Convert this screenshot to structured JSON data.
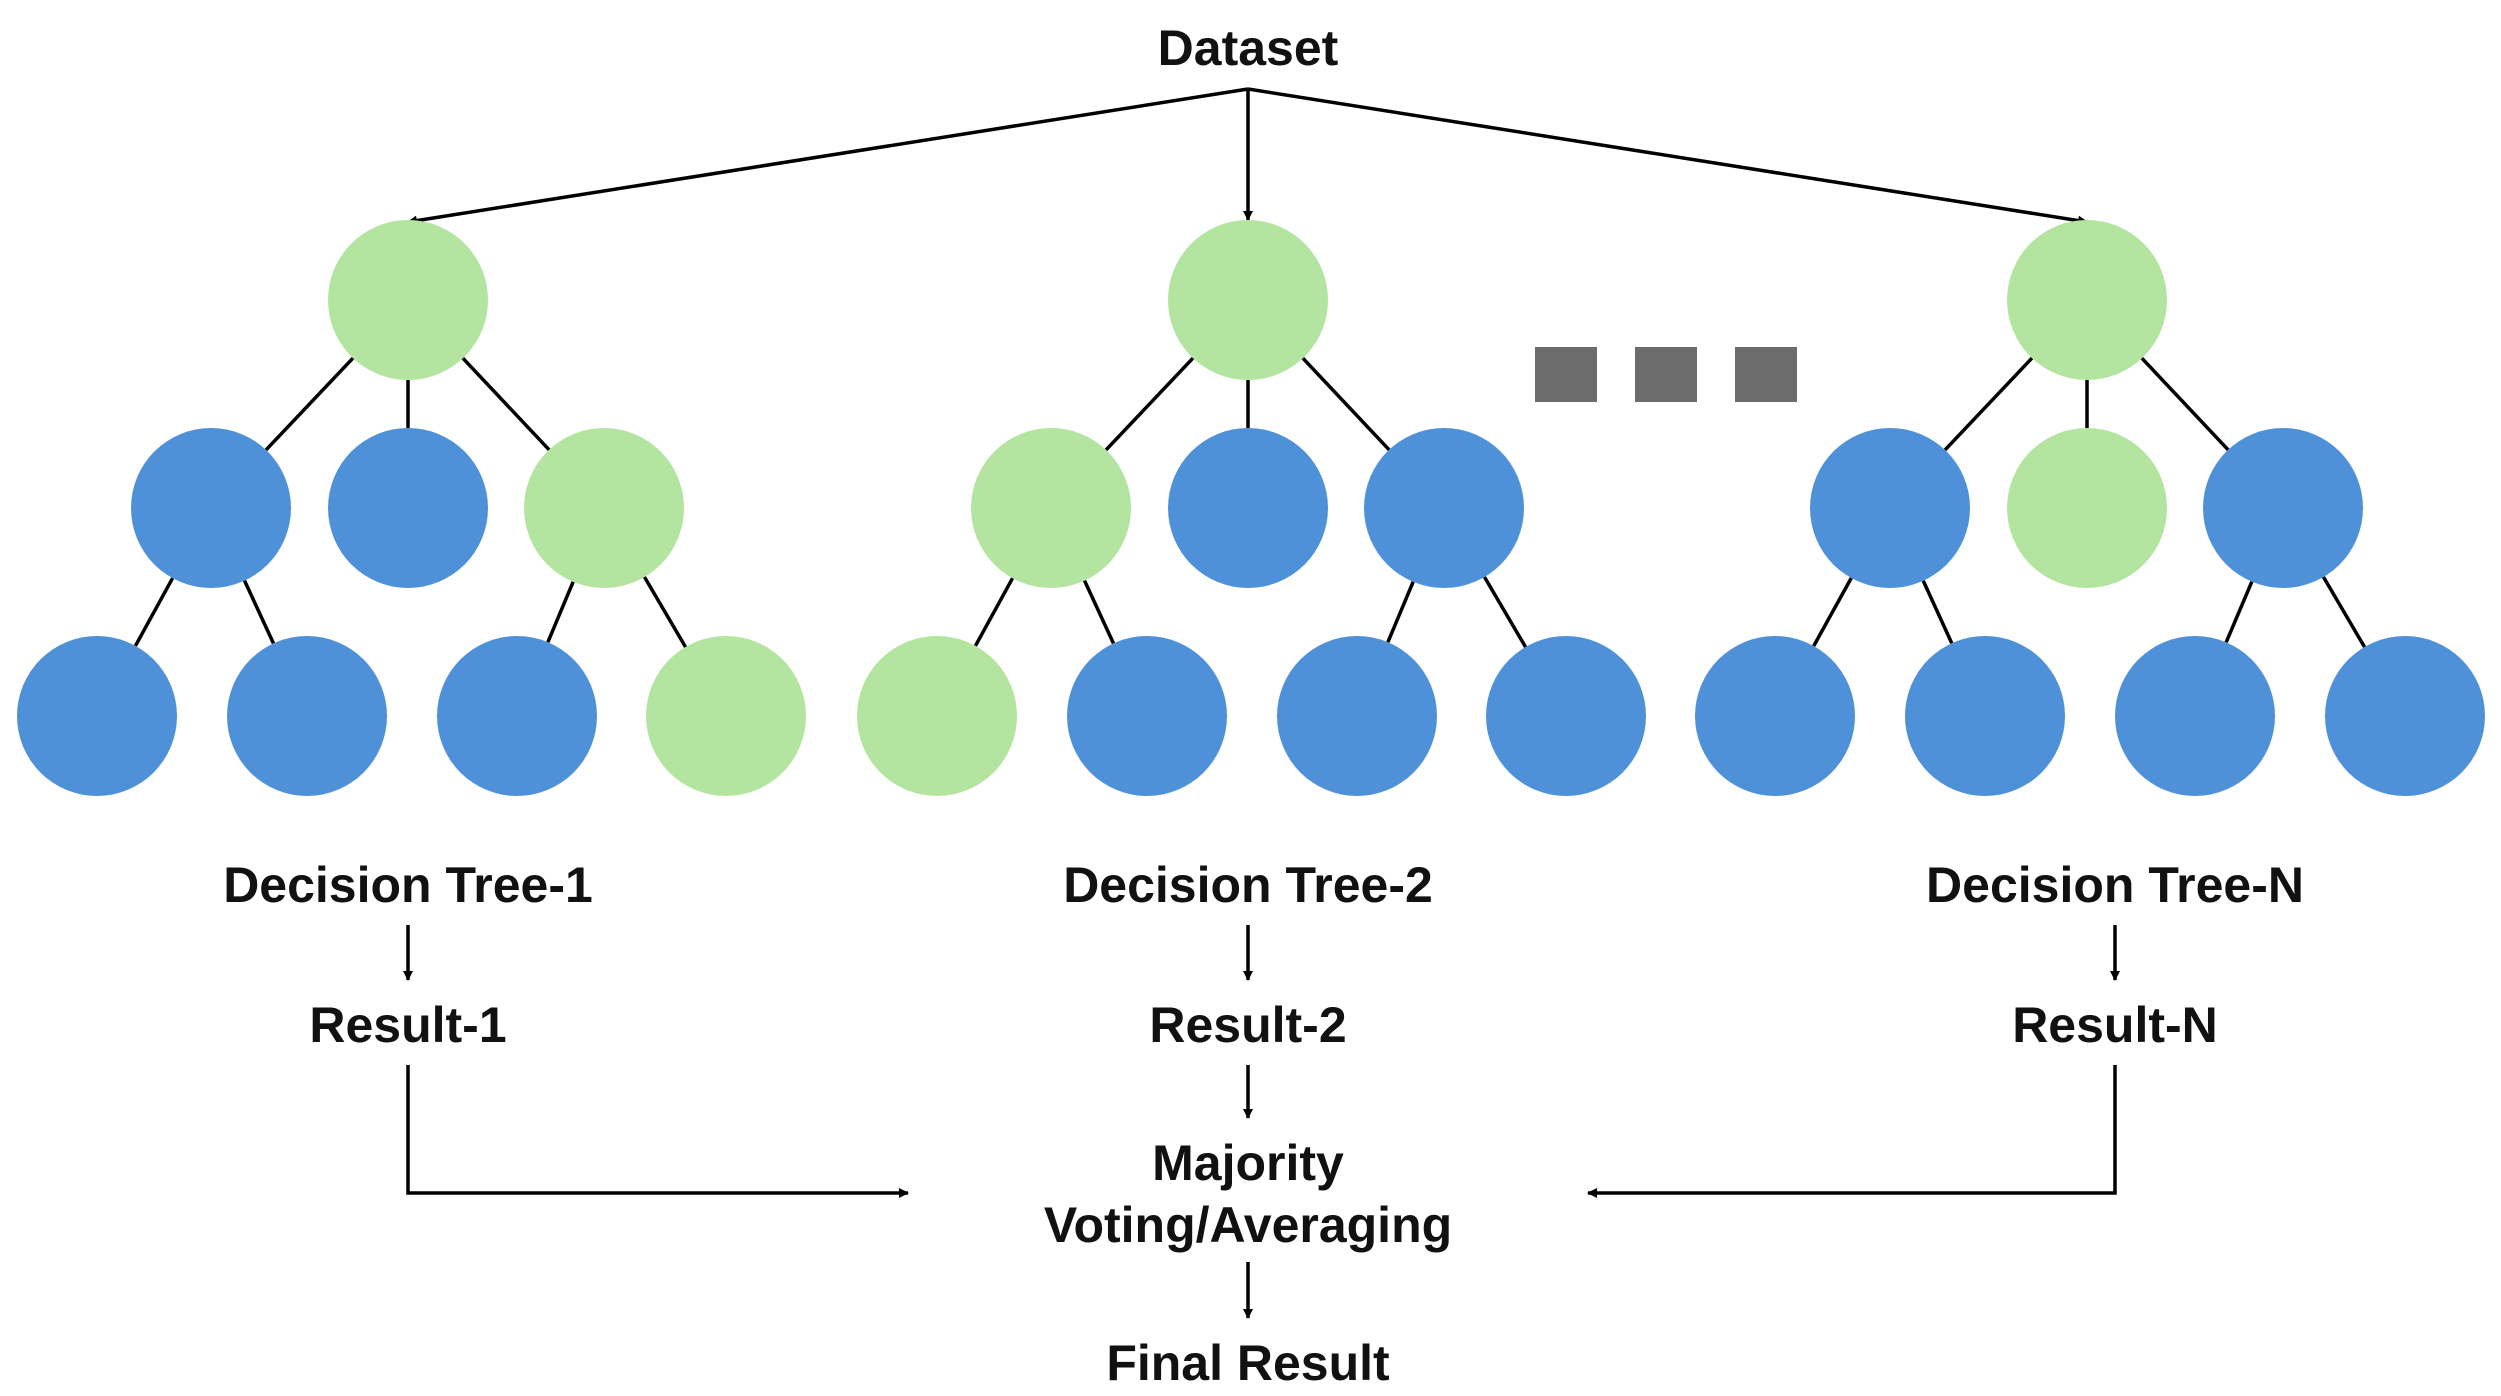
{
  "root_label": "Dataset",
  "colors": {
    "green_node": "#b3e4a0",
    "blue_node": "#4e91d9",
    "ellipsis": "#6c6c6c",
    "line": "#000000",
    "text": "#111111"
  },
  "trees": [
    {
      "name": "Decision Tree-1",
      "result": "Result-1",
      "nodes": [
        {
          "level": 0,
          "color": "green"
        },
        {
          "level": 1,
          "color": "blue"
        },
        {
          "level": 1,
          "color": "blue"
        },
        {
          "level": 1,
          "color": "green"
        },
        {
          "level": 2,
          "color": "blue"
        },
        {
          "level": 2,
          "color": "blue"
        },
        {
          "level": 2,
          "color": "blue"
        },
        {
          "level": 2,
          "color": "green"
        }
      ]
    },
    {
      "name": "Decision Tree-2",
      "result": "Result-2",
      "nodes": [
        {
          "level": 0,
          "color": "green"
        },
        {
          "level": 1,
          "color": "green"
        },
        {
          "level": 1,
          "color": "blue"
        },
        {
          "level": 1,
          "color": "blue"
        },
        {
          "level": 2,
          "color": "green"
        },
        {
          "level": 2,
          "color": "blue"
        },
        {
          "level": 2,
          "color": "blue"
        },
        {
          "level": 2,
          "color": "blue"
        }
      ]
    },
    {
      "name": "Decision Tree-N",
      "result": "Result-N",
      "nodes": [
        {
          "level": 0,
          "color": "green"
        },
        {
          "level": 1,
          "color": "blue"
        },
        {
          "level": 1,
          "color": "green"
        },
        {
          "level": 1,
          "color": "blue"
        },
        {
          "level": 2,
          "color": "blue"
        },
        {
          "level": 2,
          "color": "blue"
        },
        {
          "level": 2,
          "color": "blue"
        },
        {
          "level": 2,
          "color": "blue"
        }
      ]
    }
  ],
  "aggregation": {
    "line1": "Majority",
    "line2": "Voting/Averaging"
  },
  "final_label": "Final Result"
}
